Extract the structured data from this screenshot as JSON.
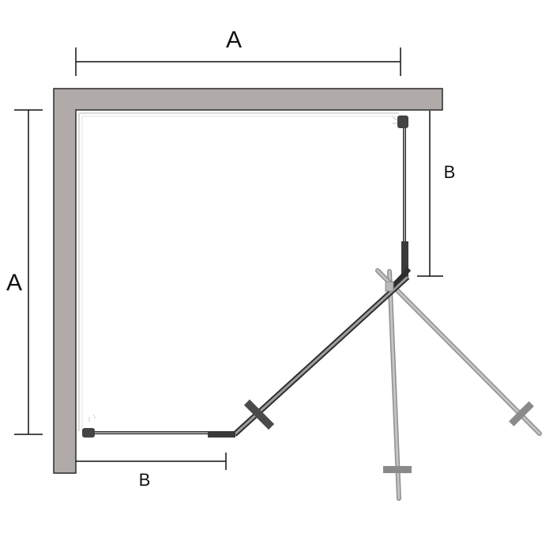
{
  "labels": {
    "top_width": "A",
    "left_height": "A",
    "right_return": "B",
    "bottom_return": "B"
  },
  "colors": {
    "wall": "#b0aaa9",
    "wall_stroke": "#2b2b2b",
    "profile": "#2e2e2e",
    "glass": "#9a9a9a",
    "door_swing": "#a8a8a8",
    "dimension": "#111111"
  }
}
